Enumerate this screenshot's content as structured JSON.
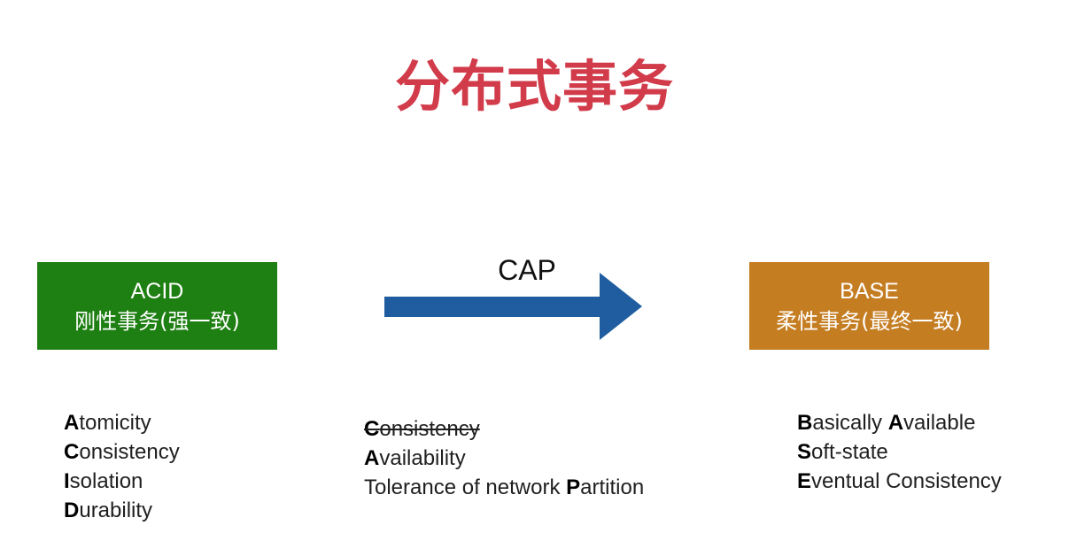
{
  "title": "分布式事务",
  "colors": {
    "title": "#d13b4a",
    "acid_box": "#1e7f12",
    "base_box": "#c57d22",
    "arrow": "#1f5da0"
  },
  "acid": {
    "name": "ACID",
    "subtitle": "刚性事务(强一致)",
    "items": [
      {
        "letter": "A",
        "rest": "tomicity"
      },
      {
        "letter": "C",
        "rest": "onsistency"
      },
      {
        "letter": "I",
        "rest": "solation"
      },
      {
        "letter": "D",
        "rest": "urability"
      }
    ]
  },
  "cap": {
    "label": "CAP",
    "items": [
      {
        "letter": "C",
        "rest": "onsistency",
        "prefix": "",
        "struck": true
      },
      {
        "letter": "A",
        "rest": "vailability",
        "prefix": "",
        "struck": false
      },
      {
        "letter": "P",
        "rest": "artition",
        "prefix": "Tolerance of network ",
        "struck": false
      }
    ]
  },
  "base": {
    "name": "BASE",
    "subtitle": "柔性事务(最终一致)",
    "items": [
      {
        "letter": "B",
        "rest": "asically ",
        "letter2": "A",
        "rest2": "vailable"
      },
      {
        "letter": "S",
        "rest": "oft-state"
      },
      {
        "letter": "E",
        "rest": "ventual Consistency"
      }
    ]
  }
}
